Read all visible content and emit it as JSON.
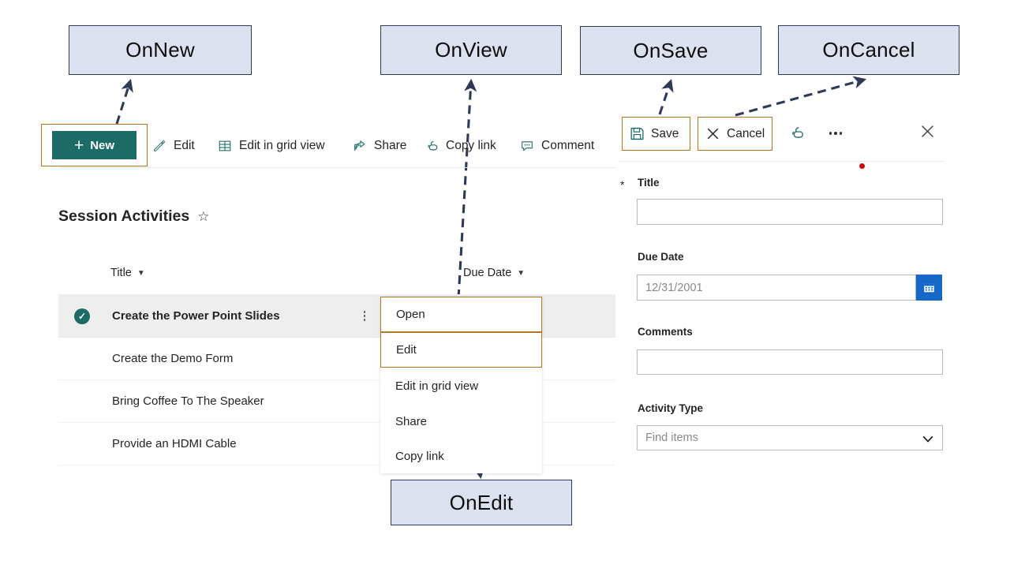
{
  "callouts": [
    {
      "id": "on-new",
      "label": "OnNew"
    },
    {
      "id": "on-view",
      "label": "OnView"
    },
    {
      "id": "on-save",
      "label": "OnSave"
    },
    {
      "id": "on-cancel",
      "label": "OnCancel"
    },
    {
      "id": "on-edit",
      "label": "OnEdit"
    }
  ],
  "colors": {
    "callout_fill": "#dce1f0",
    "callout_border": "#2f3a56",
    "highlight_border": "#b4761f",
    "accent_teal": "#1d6b66",
    "date_button_blue": "#1668c8",
    "required_dot_red": "#c70d13",
    "selected_row": "#efeeee"
  },
  "command_bar": {
    "new_button": {
      "label": "New",
      "icon": "plus-icon"
    },
    "items": [
      {
        "label": "Edit",
        "icon": "pencil-icon"
      },
      {
        "label": "Edit in grid view",
        "icon": "grid-icon"
      },
      {
        "label": "Share",
        "icon": "share-icon"
      },
      {
        "label": "Copy link",
        "icon": "link-icon"
      },
      {
        "label": "Comment",
        "icon": "comment-icon"
      }
    ]
  },
  "form_command_bar": {
    "save": {
      "label": "Save",
      "icon": "save-floppy-icon"
    },
    "cancel": {
      "label": "Cancel",
      "icon": "close-x-icon"
    },
    "copy_link_icon": "link-icon",
    "more_icon": "ellipsis-icon",
    "close_icon": "close-x-icon"
  },
  "list": {
    "title": "Session Activities",
    "favorite_icon": "star-icon",
    "columns": [
      {
        "label": "Title",
        "sort_icon": "chevron-down-icon"
      },
      {
        "label": "Due Date",
        "sort_icon": "chevron-down-icon"
      }
    ],
    "rows": [
      {
        "title": "Create the Power Point Slides",
        "selected": true,
        "due_date": ""
      },
      {
        "title": "Create the Demo Form",
        "selected": false,
        "due_date": ""
      },
      {
        "title": "Bring Coffee To The Speaker",
        "selected": false,
        "due_date": ""
      },
      {
        "title": "Provide an HDMI Cable",
        "selected": false,
        "due_date": ""
      }
    ]
  },
  "context_menu": {
    "items": [
      {
        "label": "Open",
        "highlighted": true
      },
      {
        "label": "Edit",
        "highlighted": true
      },
      {
        "label": "Edit in grid view",
        "highlighted": false
      },
      {
        "label": "Share",
        "highlighted": false
      },
      {
        "label": "Copy link",
        "highlighted": false
      }
    ]
  },
  "form": {
    "fields": [
      {
        "label": "Title",
        "required": true,
        "value": "",
        "placeholder": "",
        "control": "text"
      },
      {
        "label": "Due Date",
        "required": false,
        "value": "",
        "placeholder": "12/31/2001",
        "control": "date"
      },
      {
        "label": "Comments",
        "required": false,
        "value": "",
        "placeholder": "",
        "control": "text"
      },
      {
        "label": "Activity Type",
        "required": false,
        "value": "",
        "placeholder": "Find items",
        "control": "picker"
      }
    ],
    "required_marker": "*",
    "date_picker_icon": "calendar-icon",
    "picker_icon": "chevron-down-icon"
  }
}
